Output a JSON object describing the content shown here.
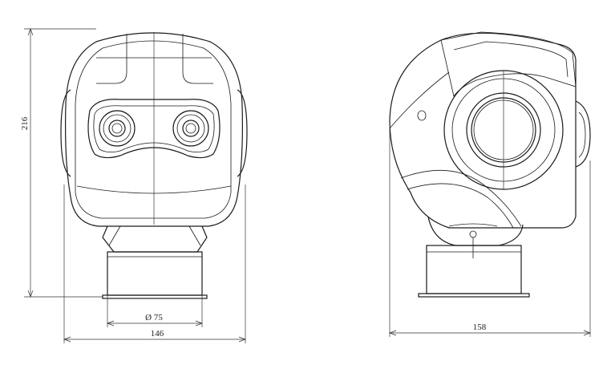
{
  "drawing": {
    "front_view": {
      "height_dimension": "216",
      "width_dimension": "146",
      "base_diameter_dimension": "Ø 75"
    },
    "side_view": {
      "width_dimension": "158"
    }
  },
  "colors": {
    "line": "#1a1a1a",
    "background": "#ffffff"
  }
}
